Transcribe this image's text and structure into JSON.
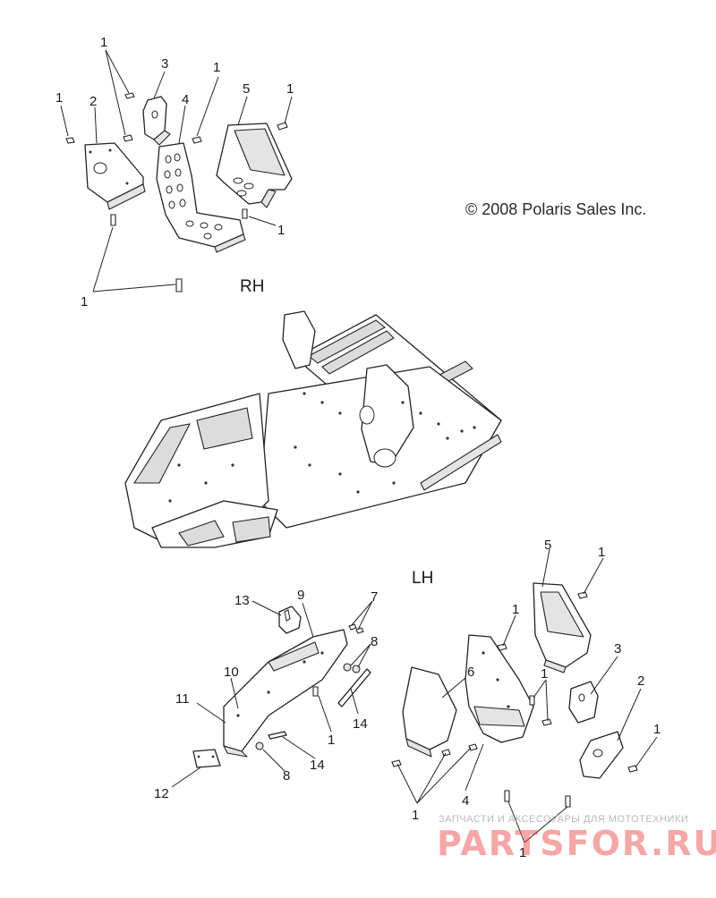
{
  "copyright": "© 2008 Polaris Sales Inc.",
  "labels": {
    "rh": "RH",
    "lh": "LH"
  },
  "callouts": {
    "rh": [
      {
        "id": "rh-1a",
        "text": "1"
      },
      {
        "id": "rh-1b",
        "text": "1"
      },
      {
        "id": "rh-1c",
        "text": "1"
      },
      {
        "id": "rh-1d",
        "text": "1"
      },
      {
        "id": "rh-1e",
        "text": "1"
      },
      {
        "id": "rh-1f",
        "text": "1"
      },
      {
        "id": "rh-2",
        "text": "2"
      },
      {
        "id": "rh-3",
        "text": "3"
      },
      {
        "id": "rh-4",
        "text": "4"
      },
      {
        "id": "rh-5",
        "text": "5"
      }
    ],
    "lh": [
      {
        "id": "lh-13",
        "text": "13"
      },
      {
        "id": "lh-9",
        "text": "9"
      },
      {
        "id": "lh-7",
        "text": "7"
      },
      {
        "id": "lh-8a",
        "text": "8"
      },
      {
        "id": "lh-10",
        "text": "10"
      },
      {
        "id": "lh-11",
        "text": "11"
      },
      {
        "id": "lh-14a",
        "text": "14"
      },
      {
        "id": "lh-1a",
        "text": "1"
      },
      {
        "id": "lh-14b",
        "text": "14"
      },
      {
        "id": "lh-8b",
        "text": "8"
      },
      {
        "id": "lh-12",
        "text": "12"
      },
      {
        "id": "lh-5",
        "text": "5"
      },
      {
        "id": "lh-1b",
        "text": "1"
      },
      {
        "id": "lh-1c",
        "text": "1"
      },
      {
        "id": "lh-6",
        "text": "6"
      },
      {
        "id": "lh-1d",
        "text": "1"
      },
      {
        "id": "lh-3",
        "text": "3"
      },
      {
        "id": "lh-2",
        "text": "2"
      },
      {
        "id": "lh-1e",
        "text": "1"
      },
      {
        "id": "lh-4",
        "text": "4"
      },
      {
        "id": "lh-1f",
        "text": "1"
      },
      {
        "id": "lh-1g",
        "text": "1"
      }
    ]
  },
  "watermark": {
    "caption": "ЗАПЧАСТИ И АКСЕСОУАРЫ ДЛЯ МОТОТЕХНИКИ",
    "logo": "PARTSFOR.RU",
    "color": "#e03c3c"
  }
}
